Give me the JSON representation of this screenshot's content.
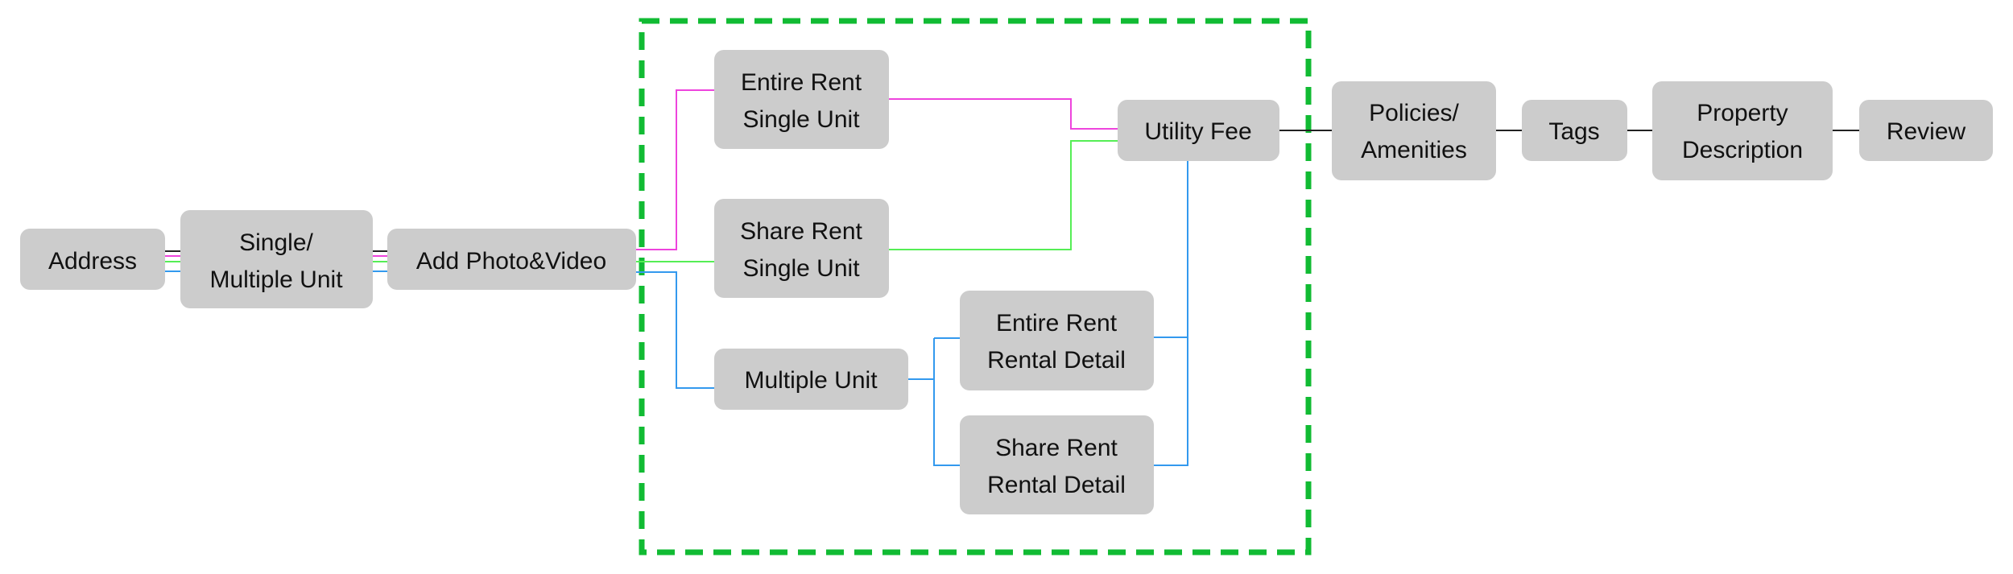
{
  "colors": {
    "node_fill": "#cccccc",
    "text": "#111111",
    "connector_default": "#222222",
    "path_entire_rent": "#ee44dd",
    "path_share_rent": "#55ee55",
    "path_multiple_unit": "#3399ee",
    "group_border": "#11bb33"
  },
  "nodes": {
    "address": {
      "lines": [
        "Address"
      ]
    },
    "unit_type": {
      "lines": [
        "Single/",
        "Multiple Unit"
      ]
    },
    "add_media": {
      "lines": [
        "Add Photo&Video"
      ]
    },
    "entire_single": {
      "lines": [
        "Entire Rent",
        "Single Unit"
      ]
    },
    "share_single": {
      "lines": [
        "Share Rent",
        "Single Unit"
      ]
    },
    "multiple_unit": {
      "lines": [
        "Multiple Unit"
      ]
    },
    "entire_detail": {
      "lines": [
        "Entire Rent",
        "Rental Detail"
      ]
    },
    "share_detail": {
      "lines": [
        "Share Rent",
        "Rental Detail"
      ]
    },
    "utility_fee": {
      "lines": [
        "Utility Fee"
      ]
    },
    "policies": {
      "lines": [
        "Policies/",
        "Amenities"
      ]
    },
    "tags": {
      "lines": [
        "Tags"
      ]
    },
    "description": {
      "lines": [
        "Property",
        "Description"
      ]
    },
    "review": {
      "lines": [
        "Review"
      ]
    }
  }
}
